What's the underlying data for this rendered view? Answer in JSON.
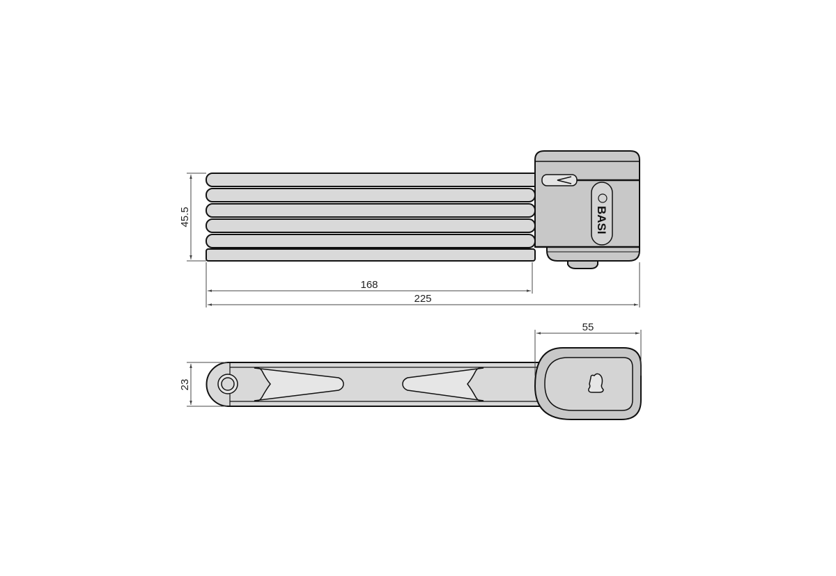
{
  "drawing": {
    "top_view": {
      "dimensions": {
        "height": "45.5",
        "inner_length": "168",
        "total_length": "225"
      },
      "logo_text": "BASI"
    },
    "side_view": {
      "dimensions": {
        "width": "23",
        "lock_length": "55"
      }
    },
    "colors": {
      "body_fill": "#d9d9d9",
      "lock_fill": "#c8c8c8",
      "line": "#111111",
      "dimension_line": "#444444"
    }
  }
}
